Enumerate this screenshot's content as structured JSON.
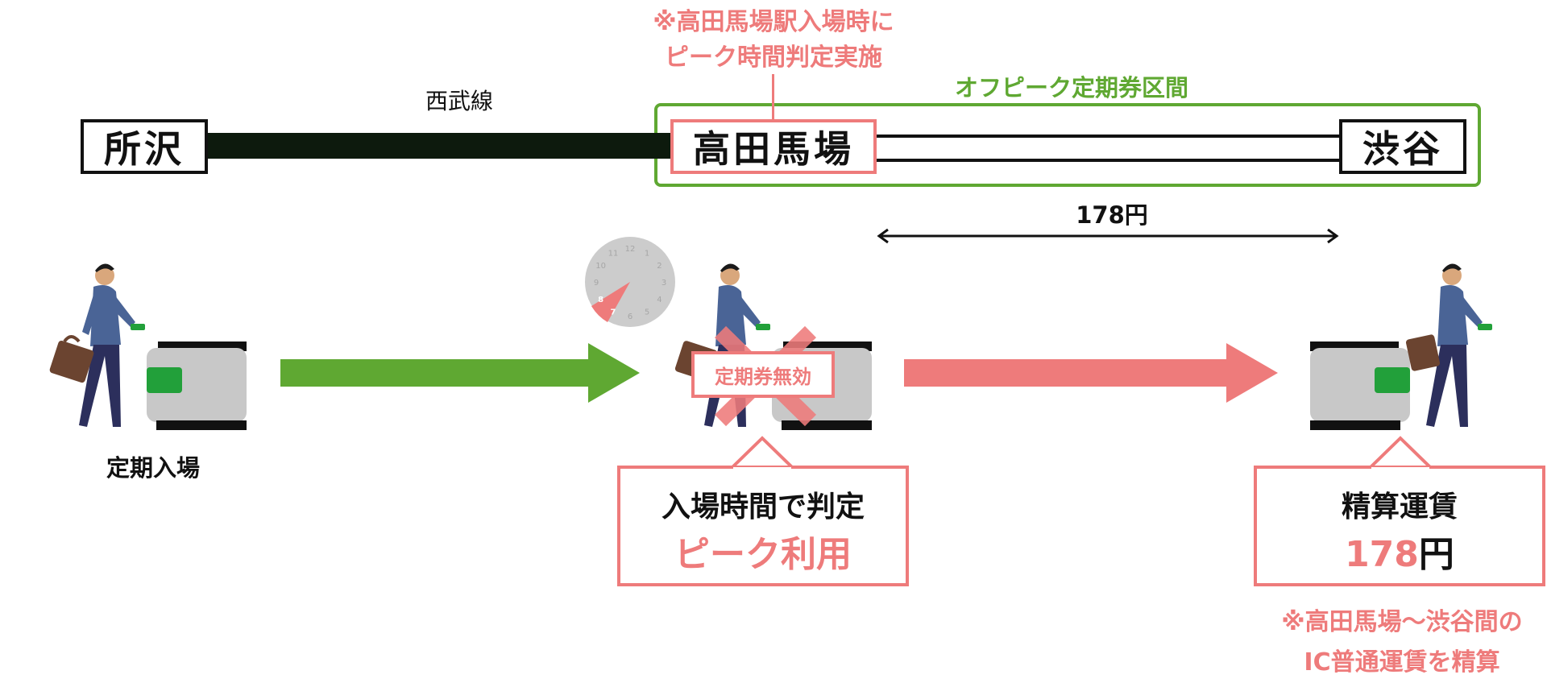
{
  "notes": {
    "top_line1": "※高田馬場駅入場時に",
    "top_line2": "ピーク時間判定実施",
    "bottom_line1": "※高田馬場～渋谷間の",
    "bottom_line2": "IC普通運賃を精算"
  },
  "route": {
    "line_name": "西武線",
    "offpeak_section_label": "オフピーク定期券区間",
    "stations": {
      "tokorozawa": "所沢",
      "takadanobaba": "高田馬場",
      "shibuya": "渋谷"
    },
    "fare_label": "178円"
  },
  "steps": {
    "entry_label": "定期入場",
    "invalid_badge": "定期券無効",
    "judgement_title": "入場時間で判定",
    "judgement_result": "ピーク利用",
    "settlement_title": "精算運賃",
    "settlement_amount": "178",
    "settlement_unit": "円"
  },
  "clock": {
    "numbers": [
      "12",
      "1",
      "2",
      "3",
      "4",
      "5",
      "6",
      "7",
      "8",
      "9",
      "10",
      "11"
    ],
    "highlighted": [
      "7",
      "8"
    ]
  },
  "colors": {
    "pink": "#ee7b7b",
    "green": "#5fa832",
    "black": "#0d1a0d",
    "gate_gray": "#c8c8c8",
    "gate_green": "#22a03a",
    "suit_blue": "#4a6496",
    "bag_brown": "#6b4430"
  }
}
